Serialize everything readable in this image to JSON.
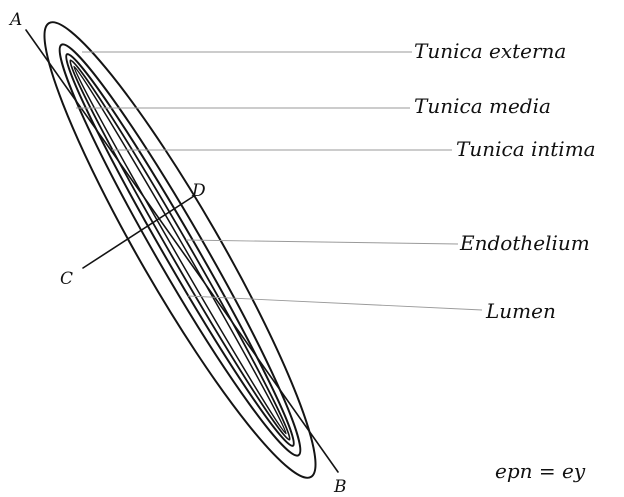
{
  "diagram": {
    "points": {
      "a": "A",
      "b": "B",
      "c": "C",
      "d": "D"
    },
    "labels": {
      "tunica_externa": "Tunica externa",
      "tunica_media": "Tunica media",
      "tunica_intima": "Tunica intima",
      "endothelium": "Endothelium",
      "lumen": "Lumen"
    },
    "footer_note": "epn = ey"
  }
}
